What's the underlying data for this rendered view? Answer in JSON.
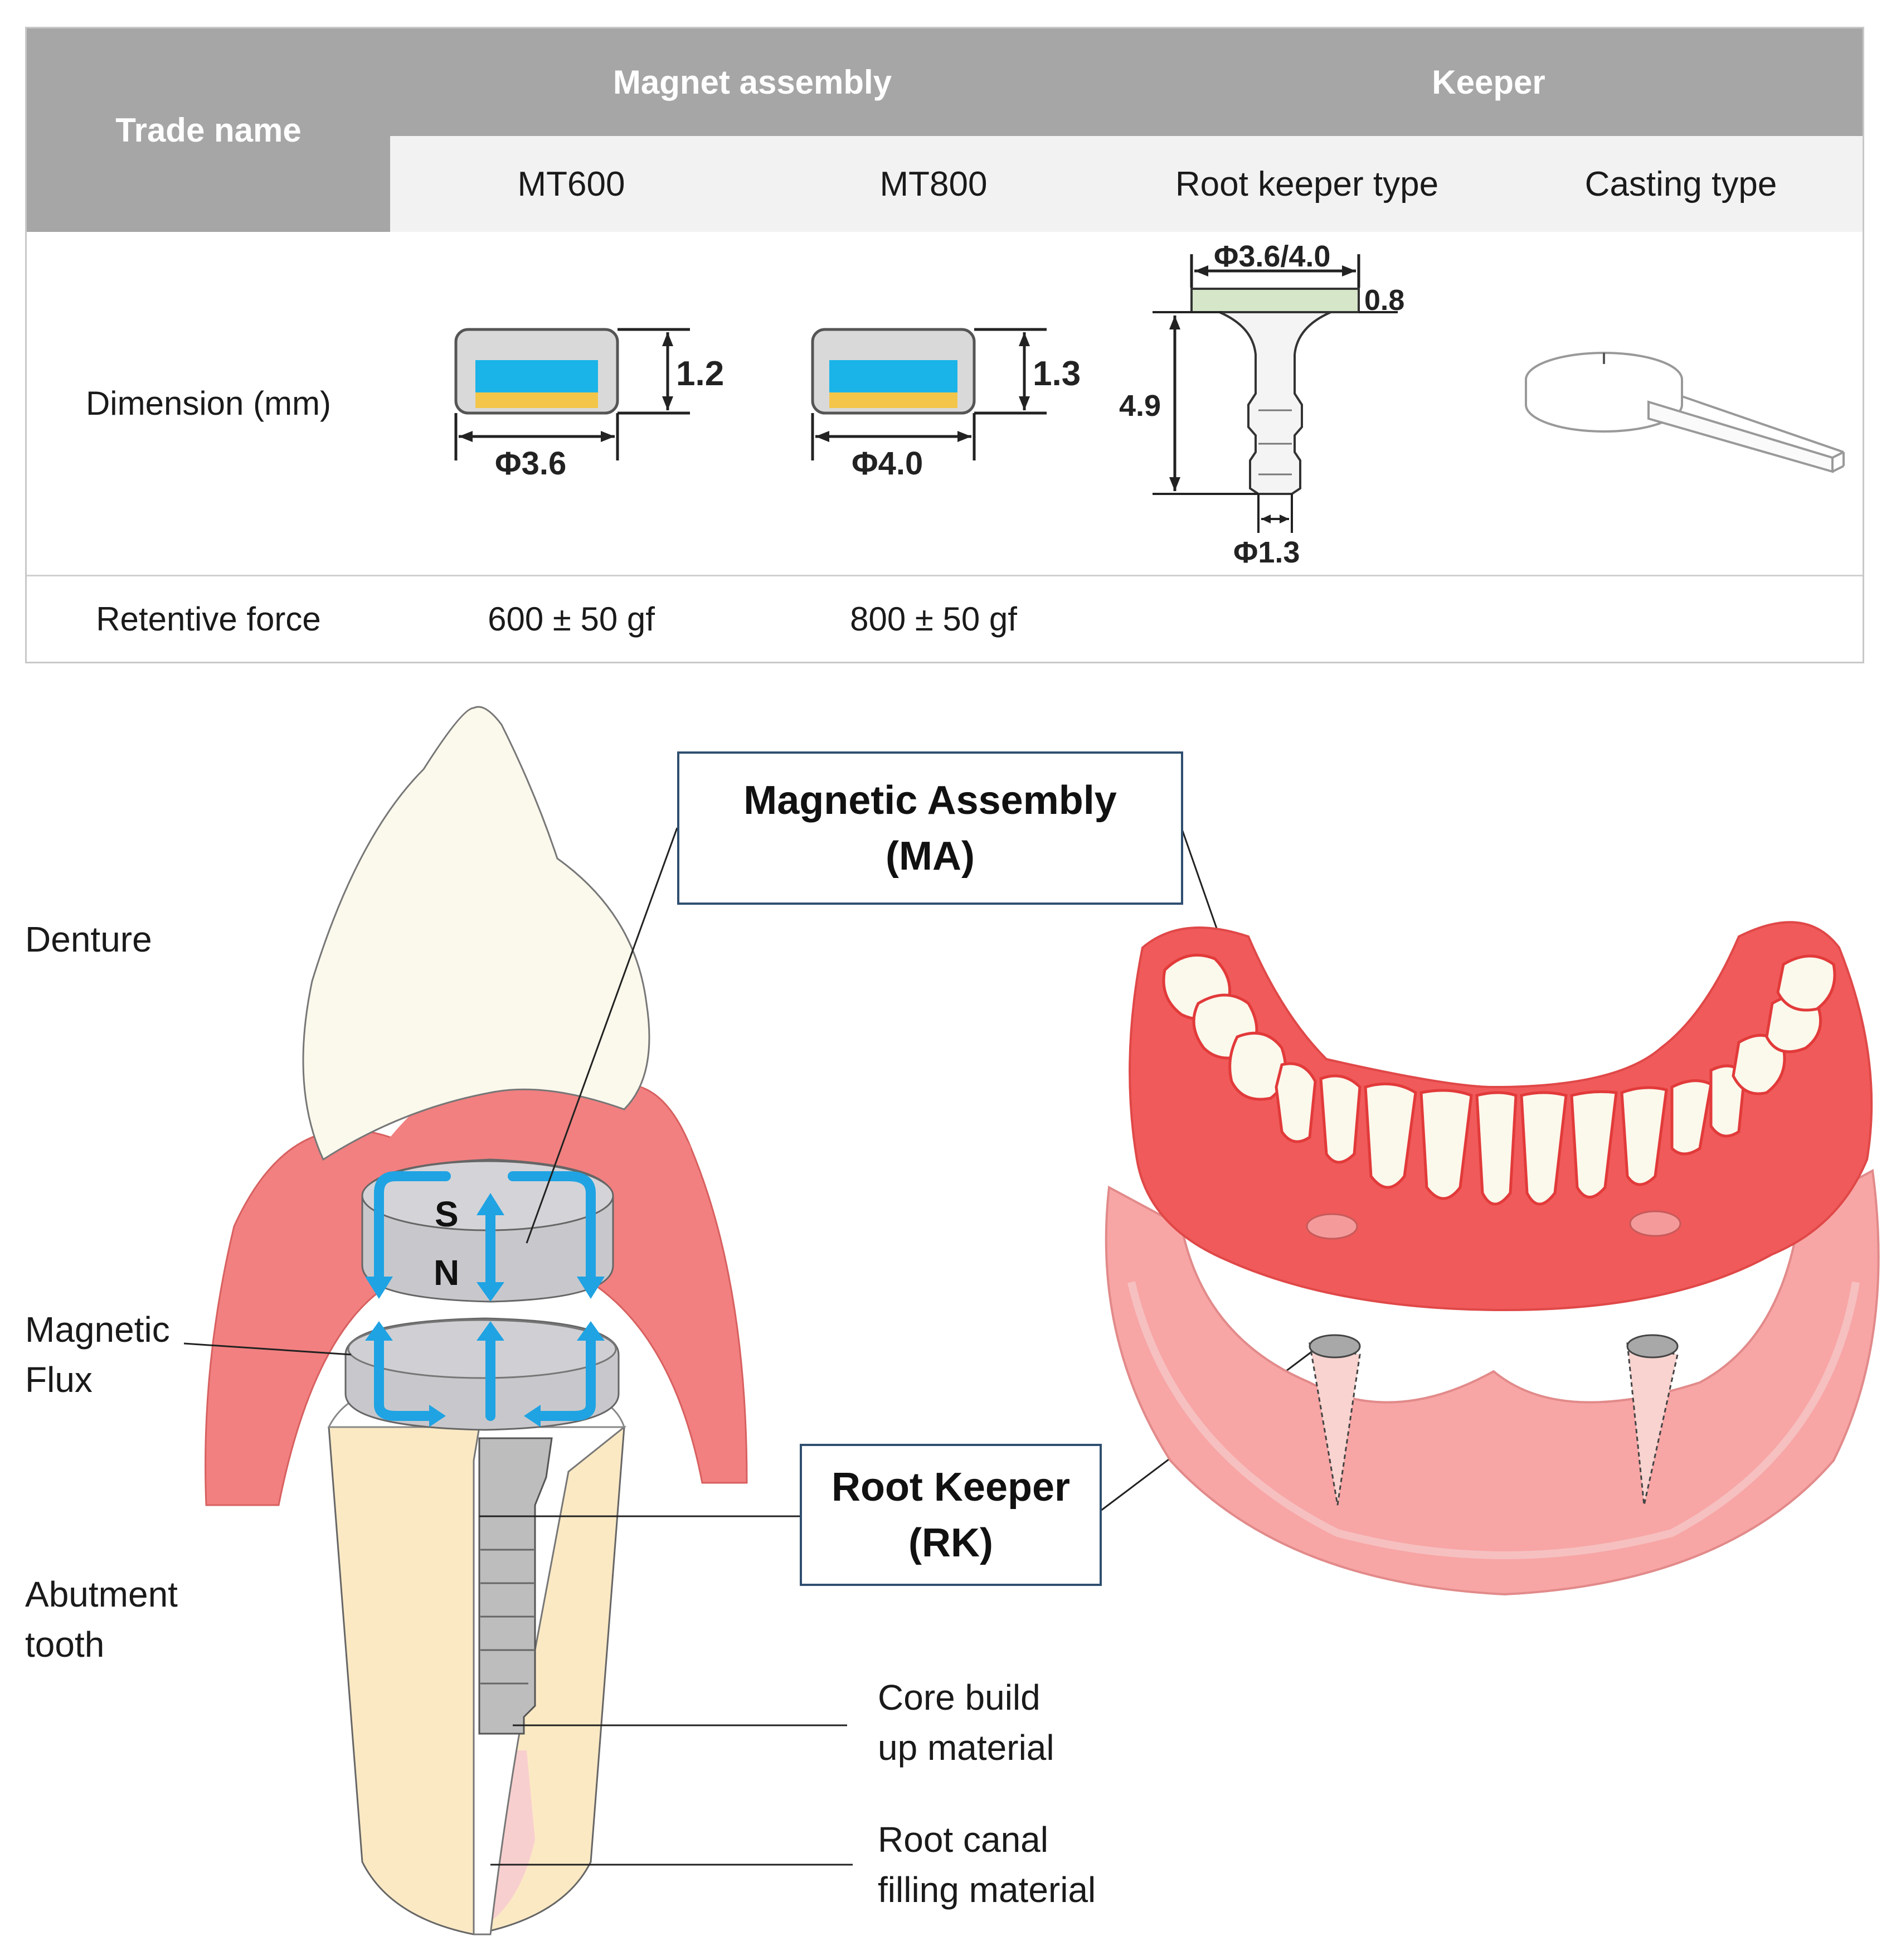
{
  "table": {
    "trade_name_header": "Trade name",
    "group_headers": {
      "magnet_assembly": "Magnet assembly",
      "keeper": "Keeper"
    },
    "columns": [
      "MT600",
      "MT800",
      "Root keeper type",
      "Casting type"
    ],
    "rows": {
      "dimension_label": "Dimension (mm)",
      "retentive_label": "Retentive force",
      "retentive_values": [
        "600 ± 50 gf",
        "800 ± 50 gf",
        "",
        ""
      ]
    },
    "drawings": {
      "mt600": {
        "height": "1.2",
        "diameter": "Φ3.6"
      },
      "mt800": {
        "height": "1.3",
        "diameter": "Φ4.0"
      },
      "root_keeper": {
        "top_diameter": "Φ3.6/4.0",
        "thickness": "0.8",
        "length": "4.9",
        "shaft_diameter": "Φ1.3"
      }
    }
  },
  "diagram": {
    "labels": {
      "denture": "Denture",
      "magnetic_flux": [
        "Magnetic",
        "Flux"
      ],
      "abutment_tooth": [
        "Abutment",
        "tooth"
      ],
      "core_build_up": [
        "Core build",
        "up material"
      ],
      "root_canal": [
        "Root canal",
        "filling material"
      ],
      "pole_s": "S",
      "pole_n": "N"
    },
    "callouts": {
      "magnetic_assembly": [
        "Magnetic Assembly",
        "(MA)"
      ],
      "root_keeper": [
        "Root Keeper",
        "(RK)"
      ]
    },
    "colors": {
      "gum": "#f28080",
      "tooth_crown": "#fbf8ec",
      "root": "#fbe9c4",
      "magnet": "#c8c8cc",
      "flux_arrow": "#1fa3e3",
      "callout_border": "#2f4f70",
      "magnet_top": "#1ab4e8",
      "magnet_base": "#f3c64a"
    }
  }
}
